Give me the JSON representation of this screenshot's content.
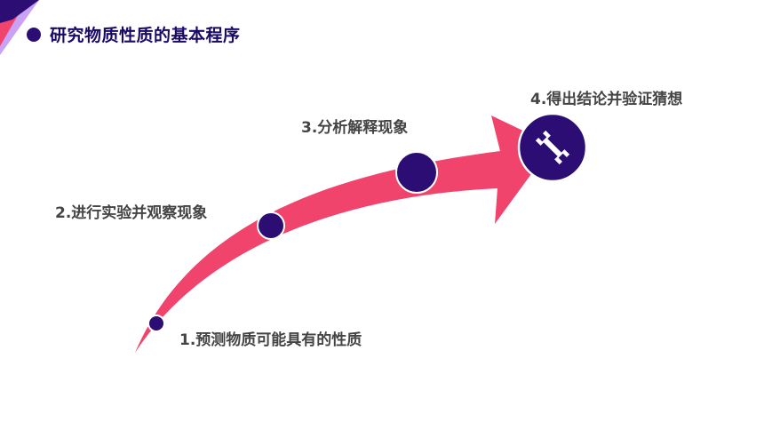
{
  "title": "研究物质性质的基本程序",
  "steps": [
    {
      "label": "1.预测物质可能具有的性质"
    },
    {
      "label": "2.进行实验并观察现象"
    },
    {
      "label": "3.分析解释现象"
    },
    {
      "label": "4.得出结论并验证猜想"
    }
  ],
  "colors": {
    "arrow": "#f0446c",
    "node": "#2b0d73",
    "title": "#1a0a66",
    "step_text": "#444444",
    "corner_accents": [
      "#2b0d73",
      "#f0446c",
      "#c9a2f5",
      "#f5f08c"
    ]
  },
  "icons": {
    "end_node": "wrench-icon"
  }
}
